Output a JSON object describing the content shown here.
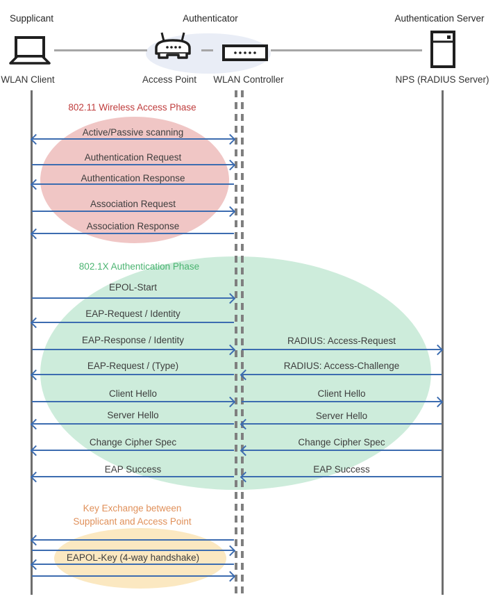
{
  "roles": {
    "supplicant": "Supplicant",
    "authenticator": "Authenticator",
    "auth_server": "Authentication Server"
  },
  "nodes": {
    "client": "WLAN Client",
    "access_point": "Access Point",
    "controller": "WLAN Controller",
    "server": "NPS (RADIUS Server)"
  },
  "phases": {
    "wireless": {
      "title": "802.11 Wireless Access Phase",
      "title_color": "#bf3c3c",
      "ellipse_color": "#f0c6c5"
    },
    "dot1x": {
      "title": "802.1X Authentication Phase",
      "title_color": "#4bb471",
      "ellipse_color": "#cdecdb"
    },
    "key_exchange": {
      "title_line1": "Key Exchange between",
      "title_line2": "Supplicant and Access Point",
      "title_color": "#e0905a",
      "ellipse_color": "#fbe8c1"
    }
  },
  "messages": {
    "client_controller": [
      {
        "label": "Active/Passive scanning",
        "direction": "both"
      },
      {
        "label": "Authentication Request",
        "direction": "right"
      },
      {
        "label": "Authentication Response",
        "direction": "left"
      },
      {
        "label": "Association Request",
        "direction": "right"
      },
      {
        "label": "Association Response",
        "direction": "left"
      },
      {
        "label": "EPOL-Start",
        "direction": "right"
      },
      {
        "label": "EAP-Request / Identity",
        "direction": "left"
      },
      {
        "label": "EAP-Response / Identity",
        "direction": "right"
      },
      {
        "label": "EAP-Request / (Type)",
        "direction": "left"
      },
      {
        "label": "Client Hello",
        "direction": "right"
      },
      {
        "label": "Server Hello",
        "direction": "left"
      },
      {
        "label": "Change Cipher Spec",
        "direction": "left"
      },
      {
        "label": "EAP Success",
        "direction": "left"
      },
      {
        "label": "EAPOL-Key (4-way handshake)",
        "direction": "both"
      }
    ],
    "controller_server": [
      {
        "label": "RADIUS: Access-Request",
        "direction": "right"
      },
      {
        "label": "RADIUS: Access-Challenge",
        "direction": "left"
      },
      {
        "label": "Client Hello",
        "direction": "right"
      },
      {
        "label": "Server Hello",
        "direction": "left"
      },
      {
        "label": "Change Cipher Spec",
        "direction": "left"
      },
      {
        "label": "EAP Success",
        "direction": "left"
      }
    ]
  },
  "colors": {
    "arrow": "#3c6cb0",
    "lifeline": "#6e6e6e",
    "connector": "#a6a6a6",
    "message_text": "#3d3d3d"
  }
}
